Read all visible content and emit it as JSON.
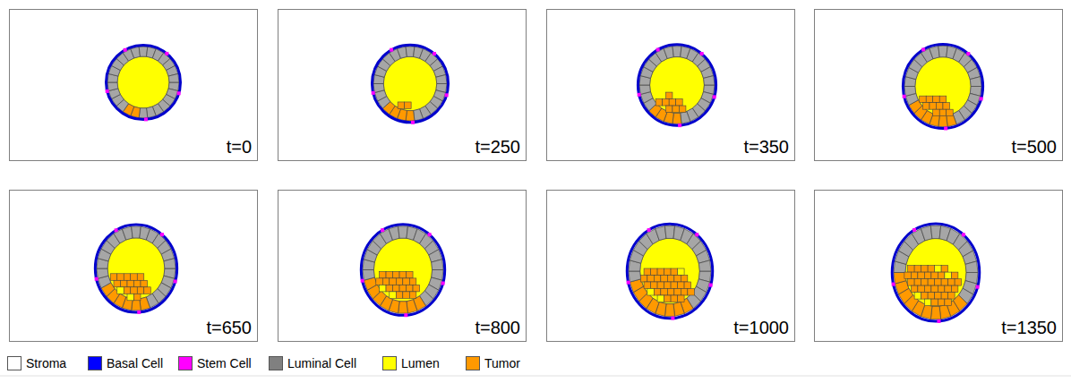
{
  "diagram": {
    "nodes": [
      {
        "text": [
          "t=0"
        ]
      },
      {
        "text": [
          "t=250"
        ]
      },
      {
        "text": [
          "t=350"
        ]
      },
      {
        "text": [
          "t=500"
        ]
      },
      {
        "text": [
          "t=650"
        ]
      },
      {
        "text": [
          "t=800"
        ]
      },
      {
        "text": [
          "t=1000"
        ]
      },
      {
        "text": [
          "t=1350"
        ]
      }
    ],
    "legend": [
      {
        "text": "Stroma",
        "color": "#ffffff"
      },
      {
        "text": "Basal Cell",
        "color": "#0000ff"
      },
      {
        "text": "Stem Cell",
        "color": "#ff00ff"
      },
      {
        "text": "Luminal Cell",
        "color": "#808080"
      },
      {
        "text": "Lumen",
        "color": "#ffff00"
      },
      {
        "text": "Tumor",
        "color": "#ff9900"
      }
    ]
  }
}
